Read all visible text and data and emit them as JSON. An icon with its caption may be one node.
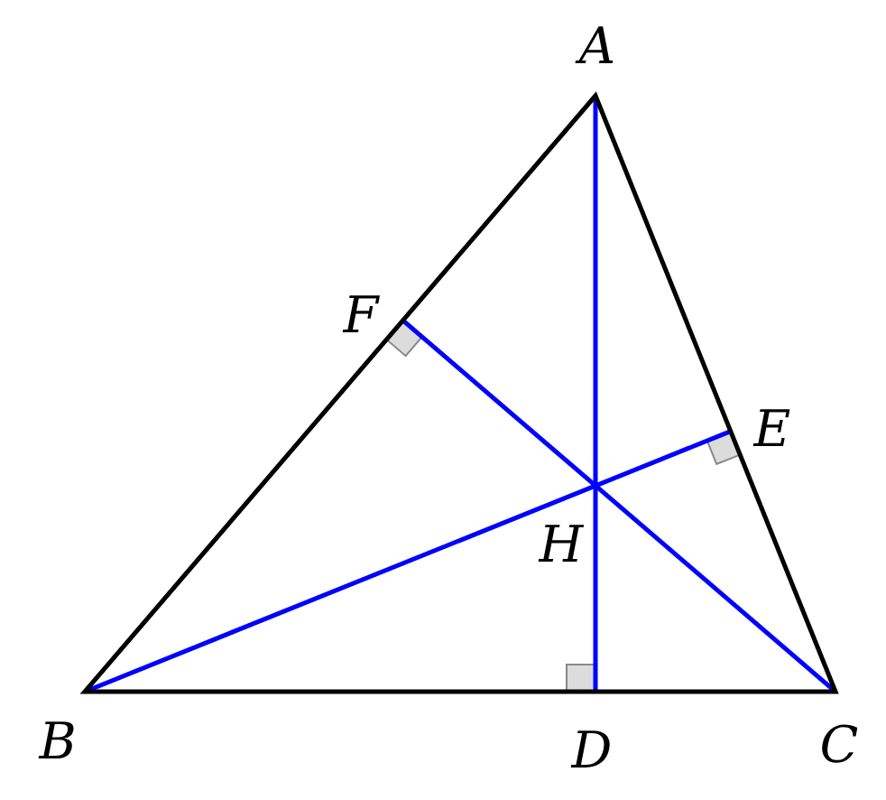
{
  "diagram": {
    "labels": [
      "A",
      "F",
      "E",
      "H",
      "B",
      "D",
      "C"
    ]
  }
}
